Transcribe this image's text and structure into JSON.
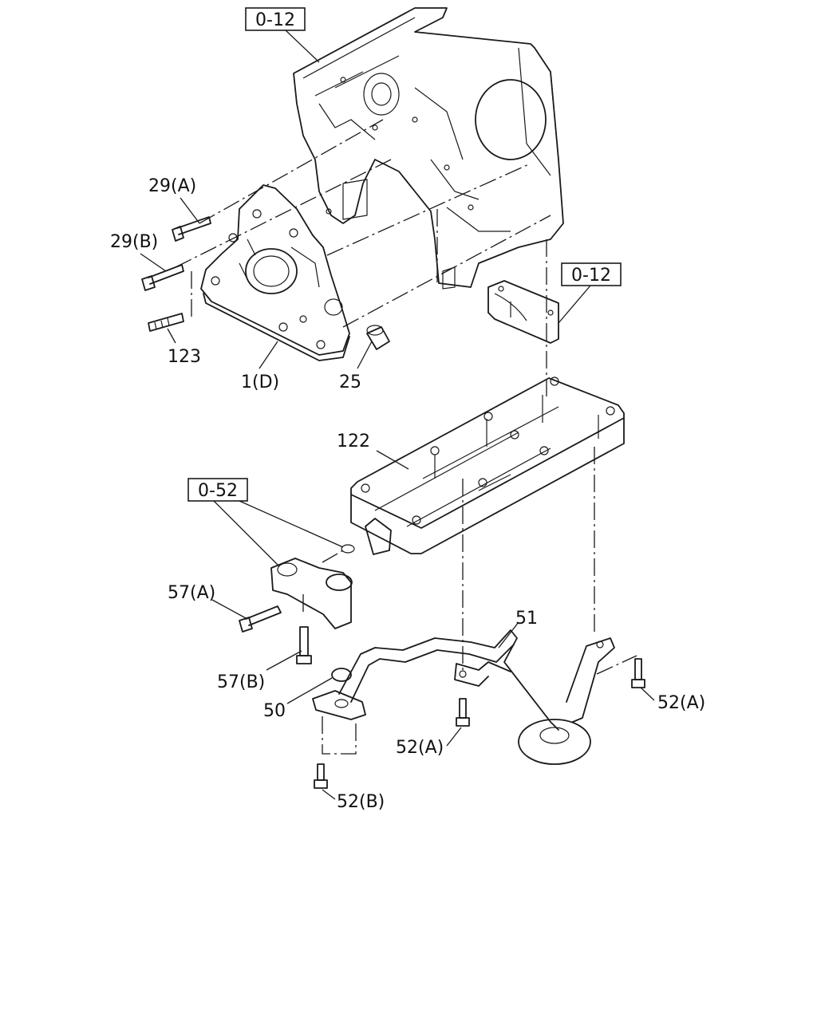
{
  "diagram": {
    "reference_boxes": [
      {
        "id": "ref-top",
        "text": "0-12"
      },
      {
        "id": "ref-right",
        "text": "0-12"
      },
      {
        "id": "ref-mid",
        "text": "0-52"
      }
    ],
    "labels": [
      {
        "id": "29a",
        "text": "29(A)"
      },
      {
        "id": "29b",
        "text": "29(B)"
      },
      {
        "id": "123",
        "text": "123"
      },
      {
        "id": "1d",
        "text": "1(D)"
      },
      {
        "id": "25",
        "text": "25"
      },
      {
        "id": "122",
        "text": "122"
      },
      {
        "id": "57a",
        "text": "57(A)"
      },
      {
        "id": "57b",
        "text": "57(B)"
      },
      {
        "id": "51",
        "text": "51"
      },
      {
        "id": "50",
        "text": "50"
      },
      {
        "id": "52a-right",
        "text": "52(A)"
      },
      {
        "id": "52a-mid",
        "text": "52(A)"
      },
      {
        "id": "52b",
        "text": "52(B)"
      }
    ]
  }
}
